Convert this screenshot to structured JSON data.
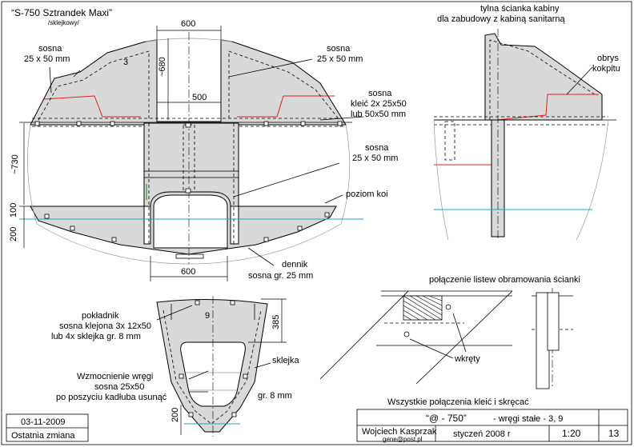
{
  "title": {
    "name": "“S-750 Sztrandek Maxi”",
    "sub": "/sklejkowy/"
  },
  "labels": {
    "sosna_a": [
      "sosna",
      "25 x 50 mm"
    ],
    "panel_no_3": "3",
    "sosna_b": [
      "sosna",
      "25 x 50 mm"
    ],
    "sosna_klej": [
      "sosna",
      "kleić 2x 25x50",
      "lub 50x50 mm"
    ],
    "sosna_c": [
      "sosna",
      "25 x 50 mm"
    ],
    "poziom_koi": "poziom koi",
    "dennik": [
      "dennik",
      "sosna gr. 25 mm"
    ],
    "tylna": [
      "tylna ścianka kabiny",
      "dla zabudowy z kabiną sanitarną"
    ],
    "obrys": [
      "obrys",
      "kokpitu"
    ],
    "polaczenie": "połączenie listew obramowania ścianki",
    "wkrety": "wkręty",
    "pokladnik": [
      "pokładnik",
      "sosna klejona 3x 12x50",
      "lub 4x sklejka gr. 8 mm"
    ],
    "panel_no_9": "9",
    "wzmocnienie": [
      "Wzmocnienie wręgi",
      "sosna 25x50",
      "po poszyciu kadłuba usunąć"
    ],
    "sklejka": [
      "sklejka",
      "gr. 8 mm"
    ],
    "wszystkie": "Wszystkie połączenia kleić i skręcać"
  },
  "dimensions": {
    "top_600": "600",
    "h_680": "~680",
    "w_500": "500",
    "h_730": "~730",
    "h_100": "100",
    "h_200": "200",
    "bottom_600": "600",
    "h_385": "385",
    "h_200b": "200"
  },
  "title_block": {
    "date": "03-11-2009",
    "last_change": "Ostatnia zmiana",
    "project": "“@ - 750”",
    "frames": "- wręgi stałe - 3, 9",
    "author": "Wojciech Kasprzak",
    "email": "gene@post.pl",
    "date2": "styczeń  2008 r",
    "scale": "1:20",
    "sheet": "13"
  },
  "colors": {
    "line": "#000000",
    "panel": "#d9d9d9",
    "red": "#e02020",
    "cyan": "#1aa6c8"
  }
}
